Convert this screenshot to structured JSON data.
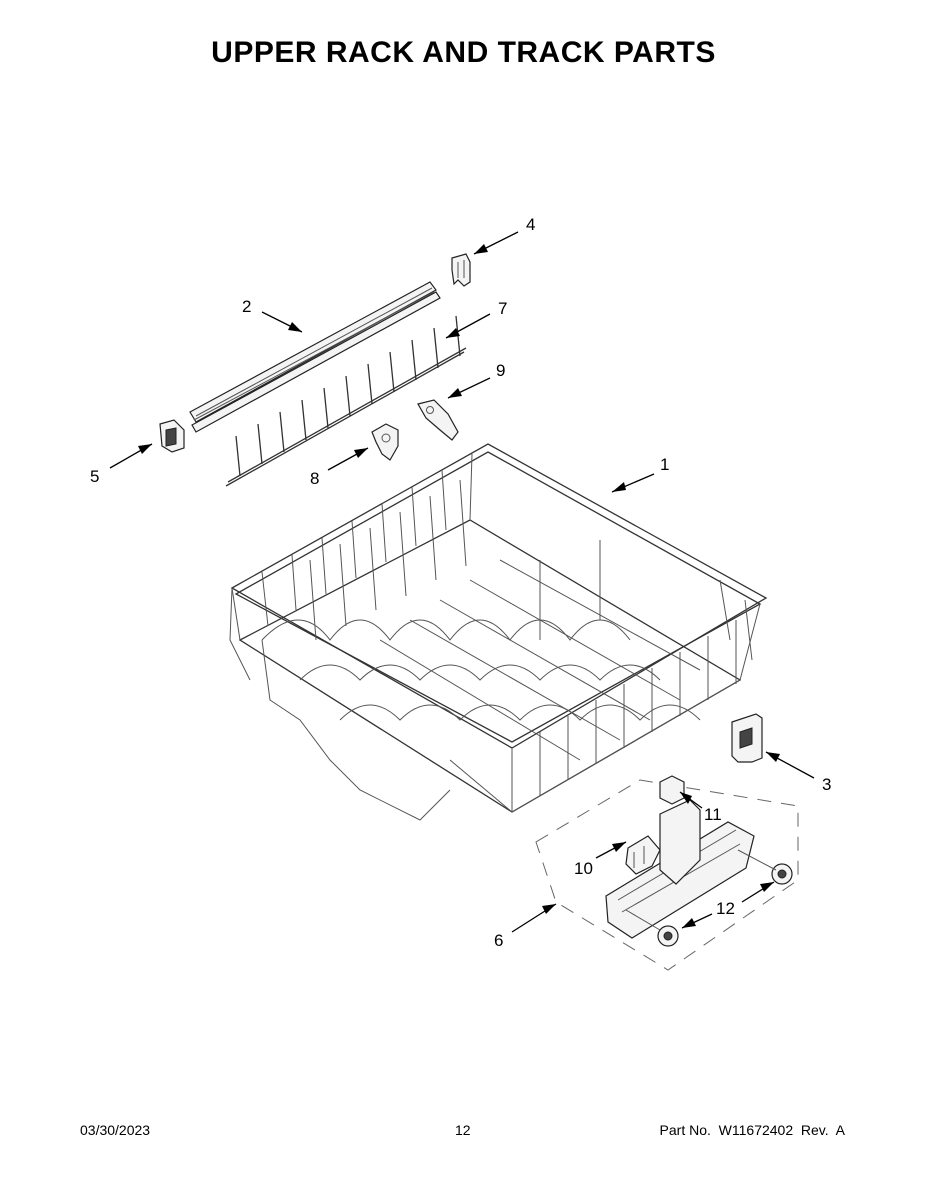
{
  "title": "UPPER RACK AND TRACK PARTS",
  "callouts": [
    {
      "id": "c1",
      "label": "1"
    },
    {
      "id": "c2",
      "label": "2"
    },
    {
      "id": "c3",
      "label": "3"
    },
    {
      "id": "c4",
      "label": "4"
    },
    {
      "id": "c5",
      "label": "5"
    },
    {
      "id": "c6",
      "label": "6"
    },
    {
      "id": "c7",
      "label": "7"
    },
    {
      "id": "c8",
      "label": "8"
    },
    {
      "id": "c9",
      "label": "9"
    },
    {
      "id": "c10",
      "label": "10"
    },
    {
      "id": "c11",
      "label": "11"
    },
    {
      "id": "c12",
      "label": "12"
    }
  ],
  "footer": {
    "date": "03/30/2023",
    "page": "12",
    "part_no": "Part No.  W11672402  Rev.  A"
  }
}
